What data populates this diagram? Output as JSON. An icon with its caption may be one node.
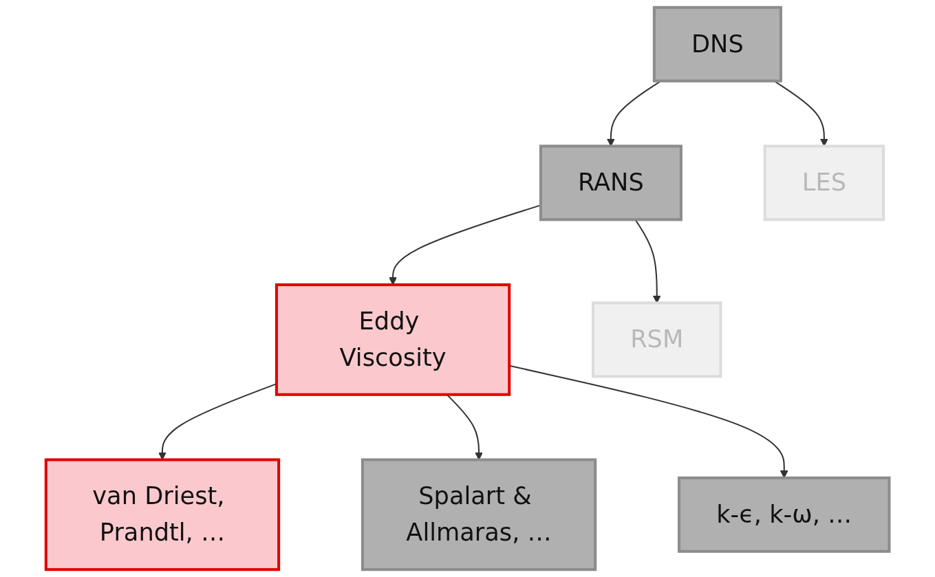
{
  "diagram": {
    "nodes": [
      {
        "text": [
          "DNS"
        ]
      },
      {
        "text": [
          "LES"
        ]
      },
      {
        "text": [
          "RANS"
        ]
      },
      {
        "text": [
          "RSM"
        ]
      },
      {
        "text": [
          "Eddy Viscosity"
        ]
      },
      {
        "text": [
          "van Driest, Prandtl, …"
        ]
      },
      {
        "text": [
          "Spalart & Allmaras, …"
        ]
      },
      {
        "text": [
          "k-ϵ, k-ω, …"
        ]
      }
    ],
    "edges": [
      {
        "from": 0,
        "to": 1,
        "arrow": "to"
      },
      {
        "from": 0,
        "to": 2,
        "arrow": "to"
      },
      {
        "from": 2,
        "to": 3,
        "arrow": "to"
      },
      {
        "from": 2,
        "to": 4,
        "arrow": "to"
      },
      {
        "from": 4,
        "to": 5,
        "arrow": "to"
      },
      {
        "from": 4,
        "to": 6,
        "arrow": "to"
      },
      {
        "from": 4,
        "to": 7,
        "arrow": "to"
      }
    ]
  }
}
